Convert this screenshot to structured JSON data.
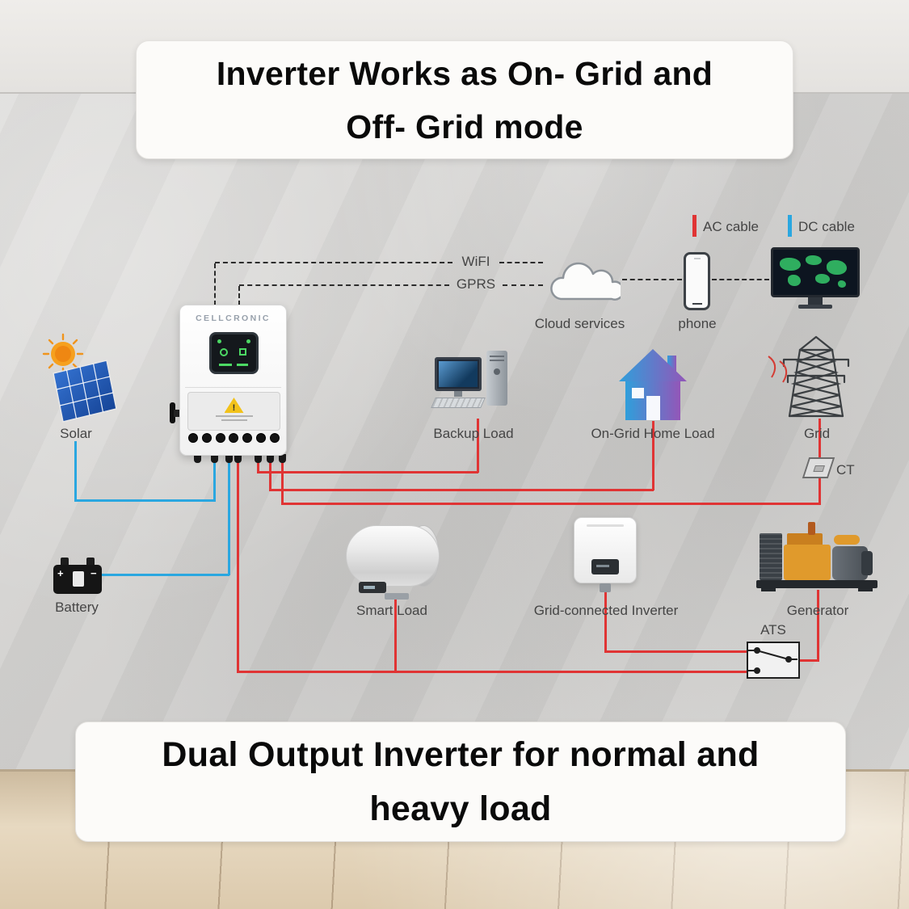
{
  "colors": {
    "ac": "#e03434",
    "dc": "#2aa7e0"
  },
  "banners": {
    "top_line1": "Inverter Works as On- Grid and",
    "top_line2": "Off- Grid mode",
    "bottom_line1": "Dual Output Inverter for normal and",
    "bottom_line2": "heavy load"
  },
  "legend": {
    "ac_label": "AC cable",
    "dc_label": "DC cable"
  },
  "connectivity": {
    "wifi_label": "WiFI",
    "gprs_label": "GPRS",
    "cloud_label": "Cloud services",
    "phone_label": "phone"
  },
  "inverter": {
    "brand": "CELLCRONIC"
  },
  "nodes": {
    "solar": "Solar",
    "battery": "Battery",
    "backup_load": "Backup Load",
    "home_load": "On-Grid Home Load",
    "grid": "Grid",
    "ct": "CT",
    "smart_load": "Smart Load",
    "grid_inverter": "Grid-connected Inverter",
    "generator": "Generator",
    "ats": "ATS"
  },
  "symbols": {
    "plus": "+",
    "minus": "−",
    "warning": "!"
  },
  "icons": [
    "sun-icon",
    "solar-panel-icon",
    "battery-icon",
    "inverter-device",
    "antenna-icon",
    "cloud-icon",
    "phone-icon",
    "monitor-map-icon",
    "desktop-computer-icon",
    "house-icon",
    "transmission-tower-icon",
    "ct-clamp-icon",
    "water-heater-icon",
    "grid-inverter-icon",
    "generator-icon",
    "ats-switch-icon",
    "warning-triangle-icon"
  ]
}
